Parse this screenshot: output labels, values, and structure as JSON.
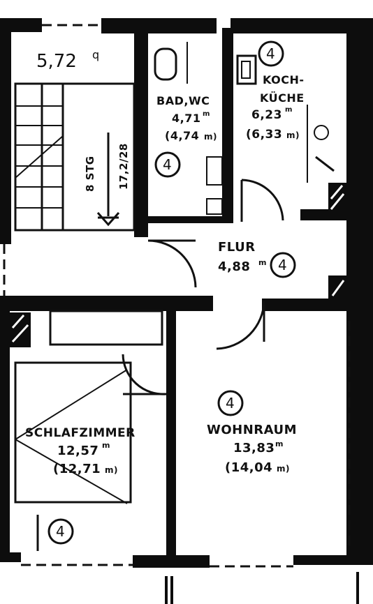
{
  "stair": {
    "top_value": "5,72",
    "top_unit": "q",
    "steps_label": "8 STG",
    "steps_dim": "17,2/28"
  },
  "rooms": {
    "bad": {
      "name": "BAD,WC",
      "area": "4,71",
      "area_unit": "m",
      "area_alt": "(4,74",
      "area_alt_unit": "m)",
      "marker": "4"
    },
    "kueche": {
      "name_1": "KOCH-",
      "name_2": "KÜCHE",
      "area": "6,23",
      "area_unit": "m",
      "area_alt": "(6,33",
      "area_alt_unit": "m)",
      "marker": "4"
    },
    "flur": {
      "name": "FLUR",
      "area": "4,88",
      "area_unit": "m",
      "marker": "4"
    },
    "schlafzimmer": {
      "name": "SCHLAFZIMMER",
      "area": "12,57",
      "area_unit": "m",
      "area_alt": "(12,71",
      "area_alt_unit": "m)",
      "marker": "4"
    },
    "wohnraum": {
      "name": "WOHNRAUM",
      "area": "13,83",
      "area_unit": "m",
      "area_alt": "(14,04",
      "area_alt_unit": "m)",
      "marker": "4"
    }
  },
  "colors": {
    "ink": "#0d0d0d",
    "paper": "#ffffff"
  }
}
